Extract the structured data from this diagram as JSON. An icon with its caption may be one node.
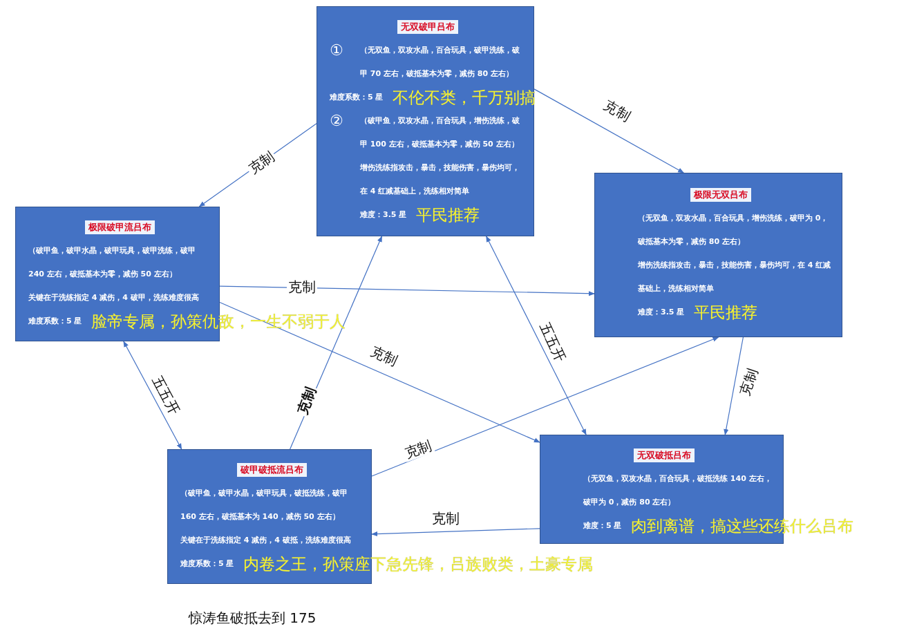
{
  "diagram": {
    "nodes": [
      {
        "text": [
          "无双破甲吕布",
          "①",
          "（无双鱼，双攻水晶，百合玩具，破甲洗练，破甲 70 左右，破抵基本为零，减伤 80 左右）",
          "难度系数：5 星",
          "不伦不类，千万别搞",
          "②",
          "（破甲鱼，双攻水晶，百合玩具，增伤洗练，破甲 100 左右，破抵基本为零，减伤 50 左右）",
          "增伤洗练指攻击，暴击，技能伤害，暴伤均可，在 4 红减基础上，洗练相对简单",
          "难度：3.5 星",
          "平民推荐"
        ]
      },
      {
        "text": [
          "极限无双吕布",
          "（无双鱼，双攻水晶，百合玩具，增伤洗练，破甲为 0，破抵基本为零，减伤 80 左右）",
          "增伤洗练指攻击，暴击，技能伤害，暴伤均可，在 4 红减基础上，洗练相对简单",
          "难度：3.5 星",
          "平民推荐"
        ]
      },
      {
        "text": [
          "极限破甲流吕布",
          "（破甲鱼，破甲水晶，破甲玩具，破甲洗练，破甲 240 左右，破抵基本为零，减伤 50 左右）",
          "关键在于洗练指定 4 减伤，4 破甲，洗练难度很高",
          "难度系数：5 星",
          "脸帝专属，孙策仇敌，一生不弱于人"
        ]
      },
      {
        "text": [
          "破甲破抵流吕布",
          "（破甲鱼，破甲水晶，破甲玩具，破抵洗练，破甲 160 左右，破抵基本为 140，减伤 50 左右）",
          "关键在于洗练指定 4 减伤，4 破抵，洗练难度很高",
          "难度系数：5 星",
          "内卷之王，孙策座下急先锋，吕族败类，土豪专属"
        ]
      },
      {
        "text": [
          "无双破抵吕布",
          "（无双鱼，双攻水晶，百合玩具，破抵洗练 140 左右，破甲为 0，减伤 80 左右）",
          "难度：5 星",
          "肉到离谱，搞这些还练什么吕布"
        ]
      }
    ],
    "edges": [
      {
        "from": 0,
        "to": 1,
        "arrow": "to",
        "label": "克制"
      },
      {
        "from": 0,
        "to": 2,
        "arrow": "to",
        "label": "克制"
      },
      {
        "from": 2,
        "to": 1,
        "arrow": "to",
        "label": "克制"
      },
      {
        "from": 2,
        "to": 4,
        "arrow": "to",
        "label": "克制"
      },
      {
        "from": 2,
        "to": 3,
        "arrow": "both",
        "label": "五五开"
      },
      {
        "from": 3,
        "to": 0,
        "arrow": "to",
        "label": "克制"
      },
      {
        "from": 0,
        "to": 4,
        "arrow": "both",
        "label": "五五开"
      },
      {
        "from": 3,
        "to": 1,
        "arrow": "to",
        "label": "克制"
      },
      {
        "from": 1,
        "to": 4,
        "arrow": "to",
        "label": "克制"
      },
      {
        "from": 4,
        "to": 3,
        "arrow": "to",
        "label": "克制"
      }
    ],
    "labels": [
      "惊涛鱼破抵去到 175"
    ]
  }
}
